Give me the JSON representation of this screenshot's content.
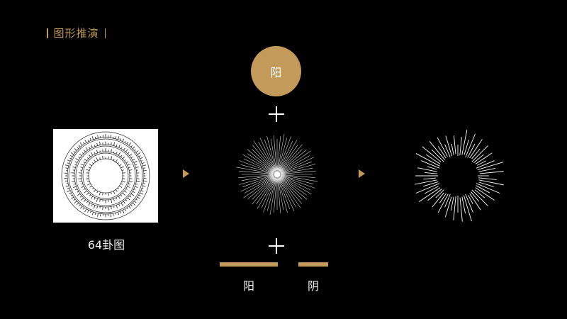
{
  "header": {
    "title": "图形推演"
  },
  "hexagram": {
    "caption": "64卦图"
  },
  "sun": {
    "label": "阳"
  },
  "lines": {
    "yang_label": "阳",
    "yin_label": "阴"
  },
  "colors": {
    "accent": "#c49a5a",
    "background": "#000000",
    "line": "#ffffff"
  },
  "icons": [
    "plus-icon",
    "arrow-right-icon"
  ]
}
